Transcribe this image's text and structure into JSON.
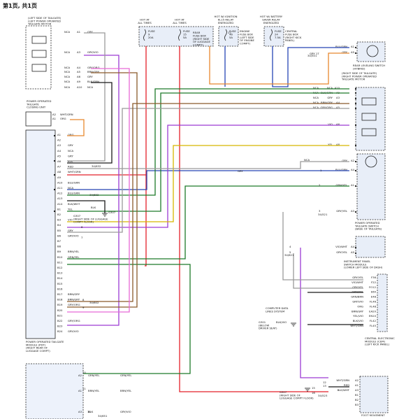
{
  "header": {
    "title": "第1页, 共1页"
  },
  "fuses": [
    {
      "caption": [
        "HOT AT",
        "ALL TIMES"
      ],
      "label": [
        "FUSE",
        "9",
        "20A"
      ]
    },
    {
      "caption": [
        "HOT AT",
        "ALL TIMES"
      ],
      "label": [
        "FUSE",
        "15",
        "5A"
      ]
    },
    {
      "caption": [
        "HOT W/ IGNITION",
        "KL15 RELAY",
        "ENERGIZED"
      ],
      "label": [
        "FUSE",
        "46",
        "5A"
      ]
    },
    {
      "caption": [
        "HOT W/ BATTERY",
        "SAVER RELAY",
        "ENERGIZED"
      ],
      "label": [
        "FUSE",
        "24",
        "7.5A"
      ]
    }
  ],
  "fuse_box_labels": [
    [
      "REAR",
      "FUSE BOX",
      "(RIGHT SIDE",
      "OF LUGGAGE",
      "COMPT)"
    ],
    [
      "ENGINE",
      "FUSE BOX",
      "(LEFT SIDE",
      "OF ENGINE",
      "COMPT)"
    ],
    [
      "CENTRAL",
      "FUSE BOX",
      "(RIGHT KICK",
      "PANEL)"
    ]
  ],
  "components": {
    "left_motor": [
      "(LEFT SIDE OF TAILGATE)",
      "(LEFT POWER OPERATED",
      "TAILGATE MOTOR"
    ],
    "closing_unit": [
      "POWER OPERATED",
      "TAILGATE",
      "CLOSING UNIT"
    ],
    "ptg_module": [
      "POWER OPERATED TAILGATE",
      "MODULE (PDT)",
      "(RIGHT REAR OF",
      "LUGGAGE COMPT)"
    ],
    "leveling_switch": [
      "REAR LEVELING SWITCH",
      "(HYBRID)"
    ],
    "right_motor": [
      "(RIGHT SIDE OF TAILGATE)",
      "(RIGHT POWER OPERATED",
      "TAILGATE MOTOR"
    ],
    "tailgate_switch": [
      "POWER OPERATED",
      "TAILGATE SWITCH",
      "(BASE OF TAILGATE)"
    ],
    "instrument_switch": [
      "INSTRUMENT PANEL",
      "SWITCH MODULE",
      "(LOWER LEFT SIDE OF DASH)"
    ],
    "cem": [
      "CENTRAL ELECTRONIC",
      "MODULE (CEM)",
      "(LEFT KICK PANEL)"
    ],
    "foot_module": [
      "FOOT MOVEMENT"
    ],
    "computer_data": [
      "COMPUTER DATA",
      "LINES SYSTEM"
    ],
    "g301": [
      "G301",
      "(BELOW",
      "DRIVER SEAT)"
    ],
    "g307": [
      "G307",
      "(RIGHT SIDE OF LUGGAGE",
      "COMPT FLOOR)"
    ],
    "g307b": [
      "G307",
      "(RIGHT SIDE OF",
      "LUGGAGE COMPT FLOOR)"
    ]
  },
  "left_motor_pins": [
    {
      "pin": "NCA",
      "num": "A1",
      "wire": "GRY"
    },
    {
      "pin": "NCA",
      "num": "A3",
      "wire": "GRY/VIO"
    },
    {
      "pin": "NCA",
      "num": "A4",
      "wire": "GRY/ORG"
    },
    {
      "pin": "NCA",
      "num": "A5",
      "wire": "BRN/GRY"
    },
    {
      "pin": "NCA",
      "num": "A6",
      "wire": "GRY"
    },
    {
      "pin": "NCA",
      "num": "A9",
      "wire": "BLK/GRN"
    },
    {
      "pin": "NCA",
      "num": "A10",
      "wire": "NCA"
    }
  ],
  "closing_pins": [
    {
      "num": "A2",
      "wire": "WHT/GRN"
    },
    {
      "num": "A1",
      "wire": "ORG"
    }
  ],
  "module_pins": [
    {
      "num": "A1",
      "wire": "ORG"
    },
    {
      "num": "A2",
      "wire": ""
    },
    {
      "num": "A3",
      "wire": "GRY"
    },
    {
      "num": "A4",
      "wire": "NCA"
    },
    {
      "num": "A5",
      "wire": "GRY"
    },
    {
      "num": "A6",
      "wire": "BLK"
    },
    {
      "num": "A7",
      "wire": "RED"
    },
    {
      "num": "A8",
      "wire": "WHT/GRN"
    },
    {
      "num": "A9",
      "wire": ""
    },
    {
      "num": "A10",
      "wire": "BLU/GRN"
    },
    {
      "num": "A11",
      "wire": "NCA"
    },
    {
      "num": "A12",
      "wire": "BLU/GRN"
    },
    {
      "num": "A13",
      "wire": ""
    },
    {
      "num": "A14",
      "wire": "BLK/WHT"
    },
    {
      "num": "B1",
      "wire": "YEL"
    },
    {
      "num": "B2",
      "wire": ""
    },
    {
      "num": "B3",
      "wire": "VIO"
    },
    {
      "num": "B4",
      "wire": ""
    },
    {
      "num": "B5",
      "wire": "GRY"
    },
    {
      "num": "B6",
      "wire": "GRY/VIO"
    },
    {
      "num": "B7",
      "wire": ""
    },
    {
      "num": "B8",
      "wire": ""
    },
    {
      "num": "B9",
      "wire": "BRN/YEL"
    },
    {
      "num": "B10",
      "wire": "GRN/YEL"
    },
    {
      "num": "B11",
      "wire": ""
    },
    {
      "num": "B12",
      "wire": ""
    },
    {
      "num": "B13",
      "wire": ""
    },
    {
      "num": "B14",
      "wire": ""
    },
    {
      "num": "B15",
      "wire": ""
    },
    {
      "num": "B16",
      "wire": ""
    },
    {
      "num": "B17",
      "wire": "BRN/GRY"
    },
    {
      "num": "B18",
      "wire": "BRN/GRY"
    },
    {
      "num": "B19",
      "wire": "GRY/ORG"
    },
    {
      "num": "B20",
      "wire": ""
    },
    {
      "num": "B21",
      "wire": ""
    },
    {
      "num": "B22",
      "wire": "GRY/ORG"
    },
    {
      "num": "B23",
      "wire": ""
    },
    {
      "num": "B24",
      "wire": "GRY/VIO"
    }
  ],
  "right_motor_pins": [
    {
      "pin": "NCA",
      "num": "A10",
      "wire": "NCA"
    },
    {
      "pin": "NCA",
      "num": "A9",
      "wire": "BLK/GRN"
    },
    {
      "pin": "NCA",
      "num": "A3",
      "wire": "GRY"
    },
    {
      "pin": "NCA",
      "num": "A4",
      "wire": "BRN/GRY"
    },
    {
      "pin": "NCA",
      "num": "A5",
      "wire": "GRY/ORG"
    },
    {
      "pin": "",
      "num": "A6",
      "wire": "VIO"
    },
    {
      "pin": "",
      "num": "A8",
      "wire": "YEL"
    }
  ],
  "leveling_pins": [
    {
      "num": "A1",
      "wire": "BLU/GRN"
    },
    {
      "num": "A5",
      "wire": "GRY"
    }
  ],
  "switch_pins": [
    {
      "num": "A2",
      "wire": "GRY"
    },
    {
      "num": "A4",
      "wire": "BLU/GRN"
    },
    {
      "num": "A1",
      "wire": "GRN/YEL"
    },
    {
      "num": "A3",
      "wire": "GRY/YEL"
    }
  ],
  "instrument_pins": [
    {
      "num": "A4",
      "wire": "VIO/WHT"
    },
    {
      "num": "A5",
      "wire": "GRY/YEL"
    }
  ],
  "cem_pins": [
    {
      "num": "F36",
      "wire": "GRY/YEL"
    },
    {
      "num": "F22",
      "wire": "VIO/WHT"
    },
    {
      "num": "FO12",
      "wire": "GRY/YEL"
    },
    {
      "num": "E60",
      "wire": "GRN/YEL"
    },
    {
      "num": "E48",
      "wire": "GRN/BRN"
    },
    {
      "num": "FL46",
      "wire": "GRY/VIO"
    },
    {
      "num": "FL48",
      "wire": "ORG"
    },
    {
      "num": "EA20",
      "wire": "BRN/GRY"
    },
    {
      "num": "EN10",
      "wire": "YEL/VIO"
    },
    {
      "num": "FL42",
      "wire": "BLK/VIO"
    },
    {
      "num": "FL45",
      "wire": "WHT/GRN"
    }
  ],
  "foot_pins": [
    {
      "num": "A2",
      "wire": "WHT/GRN"
    },
    {
      "num": "A1",
      "wire": "RED"
    },
    {
      "num": "A3",
      "wire": "BLK/WHT"
    },
    {
      "num": "B1",
      "wire": ""
    },
    {
      "num": "B2",
      "wire": ""
    },
    {
      "num": "B3",
      "wire": ""
    }
  ],
  "bottom_pins": [
    {
      "num": "A2",
      "wire": "GRN/YEL"
    },
    {
      "num": "A1",
      "wire": "BRN/YEL"
    },
    {
      "num": "A3",
      "wire": "BLK"
    }
  ],
  "bottom_wires": [
    "GRN/YEL",
    "BRN/YEL",
    "GRY/VIO"
  ],
  "connectors": [
    "1",
    "2",
    "3",
    "4",
    "5",
    "6",
    "7",
    "8",
    "9",
    "10",
    "11",
    "12",
    "13",
    "14",
    "15",
    "16",
    "17"
  ],
  "connector_ids": [
    "34/632",
    "34/602",
    "34/602",
    "34/501",
    "34/521",
    "34/621",
    "34/523",
    "34/651"
  ],
  "misc": {
    "blk": "BLK",
    "gry": "GRY",
    "nca": "NCA",
    "gry17": "GRY  17",
    "blk_vio": "BLK/VIO",
    "ground": "G307"
  },
  "colors": {
    "red": "#e4202a",
    "green": "#1d7a2a",
    "blue": "#2645b5",
    "purple": "#9c3bd4",
    "yellow": "#d6b800",
    "orange": "#e8882e",
    "gray": "#9a9a9a",
    "brown": "#8a5a2b",
    "pink": "#e86ad6",
    "black": "#1a1a1a"
  }
}
